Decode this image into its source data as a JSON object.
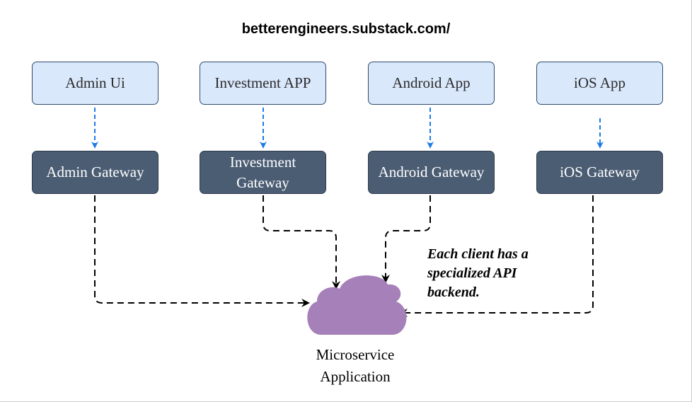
{
  "title": "betterengineers.substack.com/",
  "clients": [
    {
      "label": "Admin Ui"
    },
    {
      "label": "Investment APP"
    },
    {
      "label": "Android App"
    },
    {
      "label": "iOS App"
    }
  ],
  "gateways": [
    {
      "label": "Admin Gateway"
    },
    {
      "label": "Investment Gateway"
    },
    {
      "label": "Android Gateway"
    },
    {
      "label": "iOS Gateway"
    }
  ],
  "note": "Each client has a specialized API backend.",
  "cloud_label": "Microservice Application",
  "colors": {
    "client_fill": "#dae8fc",
    "gateway_fill": "#4b5d73",
    "cloud_fill": "#a680b8",
    "arrow_blue": "#1e7be6",
    "arrow_black": "#000000"
  }
}
